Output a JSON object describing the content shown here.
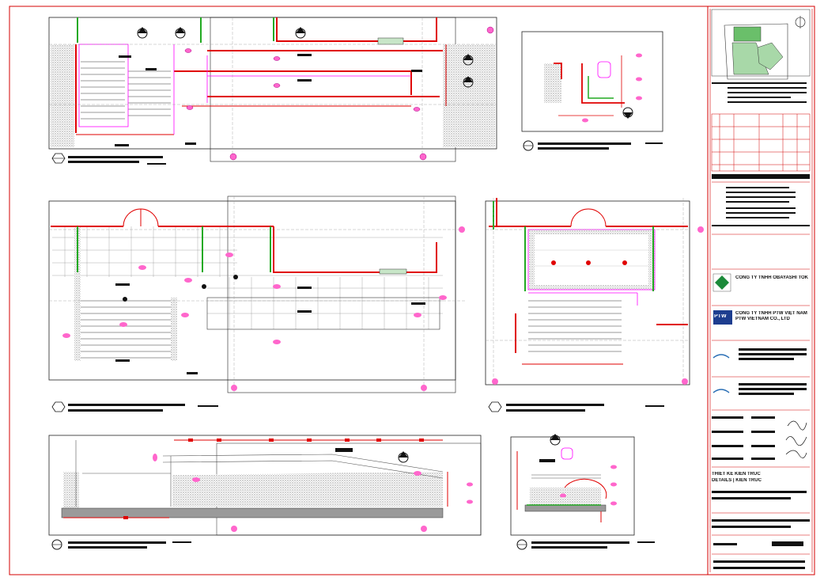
{
  "drawing": {
    "sheet_colors": {
      "frame": "#d40000",
      "line": "#111111",
      "accent": "#e00000",
      "pink": "#ff00ff",
      "green": "#22aa22",
      "hatch": "#888888"
    }
  },
  "title_block": {
    "company_1": "CÔNG TY TNHH OBAYASHI TOKYO",
    "company_2": "CÔNG TY TNHH PTW VIỆT NAM",
    "company_2_sub": "PTW VIETNAM CO., LTD",
    "logo_text": "PTW",
    "project_line_1": "THIẾT KẾ KIẾN TRÚC",
    "project_line_2": "DETAILS | KIẾN TRÚC"
  },
  "icons": [
    "north-arrow-icon",
    "section-marker-icon",
    "grid-bubble-icon"
  ]
}
